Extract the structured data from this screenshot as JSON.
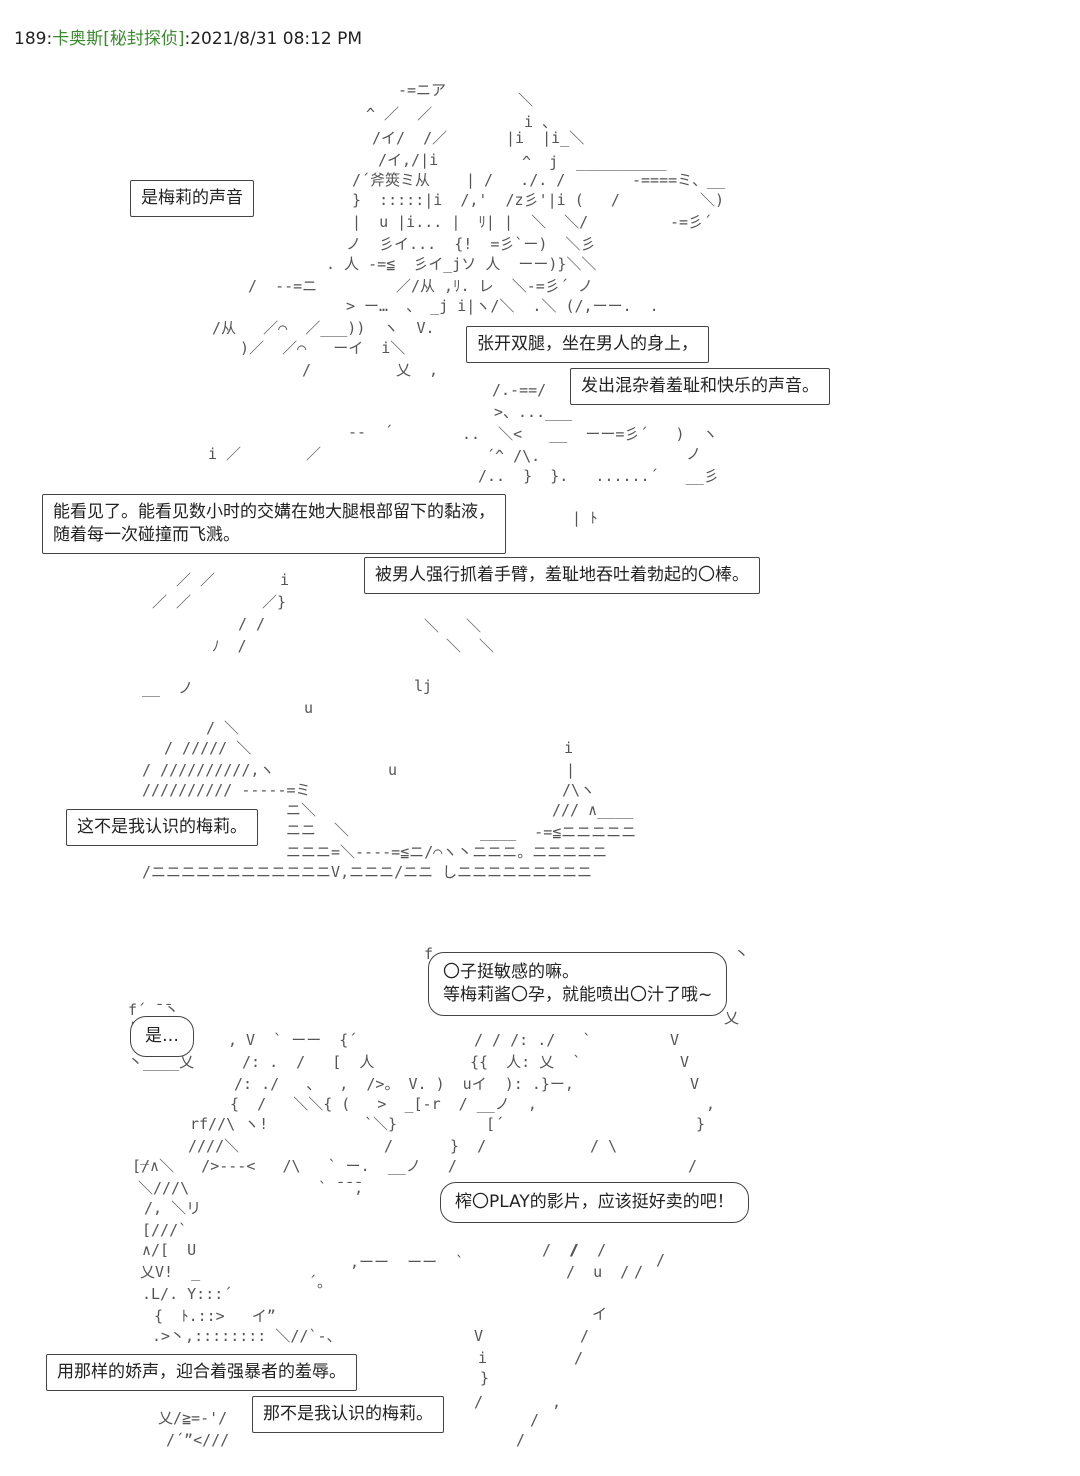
{
  "post": {
    "number": "189",
    "name": "卡奥斯",
    "tag": "[秘封探侦]",
    "datetime": "2021/8/31 08:12 PM"
  },
  "captions": {
    "c1": "是梅莉的声音",
    "c2": "张开双腿，坐在男人的身上，",
    "c3": "发出混杂着羞耻和快乐的声音。",
    "c4a": "能看见了。能看见数小时的交媾在她大腿根部留下的黏液，",
    "c4b": "随着每一次碰撞而飞溅。",
    "c5": "被男人强行抓着手臂，羞耻地吞吐着勃起的〇棒。",
    "c6": "这不是我认识的梅莉。",
    "c7a": "〇子挺敏感的嘛。",
    "c7b": "等梅莉酱〇孕，就能喷出〇汁了哦~",
    "c8": "是…",
    "c9": "榨〇PLAY的影片，应该挺好卖的吧！",
    "c10": "用那样的娇声，迎合着强暴者的羞辱。",
    "c11": "那不是我认识的梅莉。"
  },
  "ascii": [
    "-=ニア",
    "＼",
    "^ ／  ／",
    "i 、",
    "/イ/  /／",
    "|i  |i_＼",
    "/イ,/|i",
    "^  j  __________",
    "/´斧筴ミ从",
    "| /   ./. /",
    "-====ミ、__",
    "}  :::::|i  /,'  /z彡'|i (   /",
    "＼)",
    "|  u |i... |  ﾘ| |  ＼  ＼/",
    "-=彡´",
    "ノ  彡イ...  {!  =彡`ー)  ＼彡",
    ". 人 -=≦  彡イ_jソ 人  ーー)}＼＼",
    "/  -‐=ニ",
    "／/从 ,ﾘ. レ  ＼-=彡´ ノ",
    "> ー…  、 _j i|ヽ/＼  .＼ (/,ーー.  .",
    "/从   ／⌒  ／___))  ヽ  V.",
    ")／  ／⌒   ーイ  i＼",
    "/",
    "乂  ,",
    "/.-==/",
    ">、...___",
    "--  ´",
    "..  ＼<   __  ーー=彡´   )  ヽ",
    "i ／",
    "／",
    "´^ /\\.",
    "ノ",
    "/..  }  }.   ......´   __彡",
    "| ﾄ",
    "／ ／",
    "i",
    "／ ／",
    "／}",
    "/ /",
    "＼   ＼",
    "ﾉ  /",
    "＼  ＼",
    "lj",
    "u",
    "u",
    "__  ノ",
    "/ ＼",
    "/ ///// ＼",
    "i",
    "/ //////////,ヽ",
    "|",
    "////////// -----=ミ",
    "/\\ヽ",
    "ニ＼",
    "/// ∧____",
    "ニニ  ＼",
    "____  -=≦ニニニニニ",
    "ニニニ=＼----=≦ニ/⌒ヽ丶ニニニ。ニニニニニ",
    "/ニニニニニニニニニニニニV,ニニニ/ニニ しニニニニニニニニニ",
    "f",
    "丶",
    "乂",
    "f´ ̄ ̄丶",
    "|",
    "丶____乂",
    ", V  ` ーー  {´",
    "/ / /: ./   `",
    "V",
    "/: .  /   [  人",
    "{{  人: 乂  `",
    "V",
    "/: ./   、  ,  />。 V. )  uイ  ): .}ー,",
    "V",
    "{  /   ＼＼{ (   >  _[-r  / __ノ  ,",
    ",",
    "rf//\\ ヽ!",
    "`＼}",
    "[´",
    "}",
    "////＼",
    "/",
    "}  /",
    "/ \\",
    "_",
    "[/∧＼   />---<   /\\   ` ー.  __ノ   /",
    "/",
    "＼///\\",
    "` ̄ ̄ ̄,",
    "/, ＼リ",
    "[///`",
    "∧/[  U",
    "乂V!  _",
    "/  /",
    ",ーー  ーー  `",
    "/  /",
    "/  u  /",
    "/",
    ".L/. Y:::´",
    "´。",
    "{  ﾄ.::>   イ”",
    "イ",
    ".>丶,:::::::: ＼//`‐、",
    "V",
    "/",
    "i",
    "/",
    "}",
    ",",
    "乂/≧=-'/",
    "/´”<///",
    "/",
    "/",
    "/",
    "/"
  ]
}
